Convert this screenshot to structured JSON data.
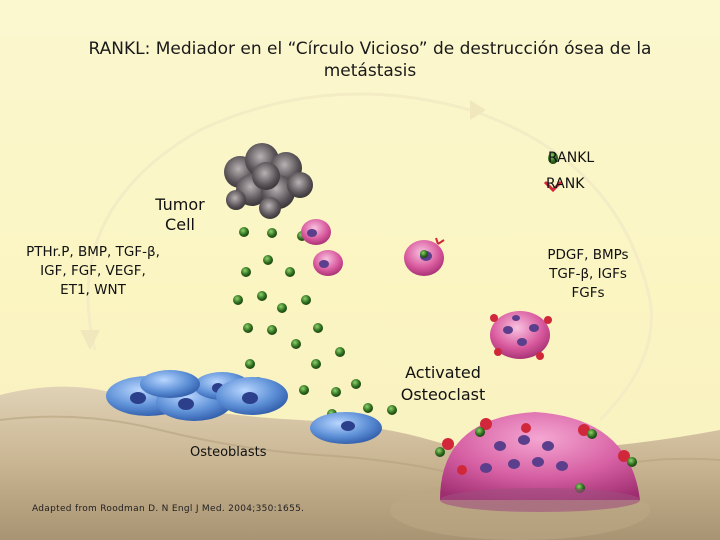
{
  "slide": {
    "title": "RANKL: Mediador en el “Círculo Vicioso” de destrucción ósea de la metástasis",
    "labels": {
      "tumor_cell": "Tumor Cell",
      "left_factors": "PTHr.P, BMP, TGF-β, IGF, FGF, VEGF, ET1, WNT",
      "rankl": "RANKL",
      "rank": "RANK",
      "right_factors": "PDGF, BMPs TGF-β, IGFs FGFs",
      "activated_osteoclast": "Activated Osteoclast",
      "osteoblasts": "Osteoblasts",
      "citation": "Adapted from Roodman D. N Engl J Med. 2004;350:1655."
    },
    "colors": {
      "background": "#fbf6c6",
      "bone": "#cdbb9a",
      "tumor": "#5a5458",
      "osteoblast": "#5c8fd6",
      "osteoclast": "#d95a9e",
      "factor_granule": "#2f6e1f",
      "rank_arrow": "#d0283a"
    }
  }
}
